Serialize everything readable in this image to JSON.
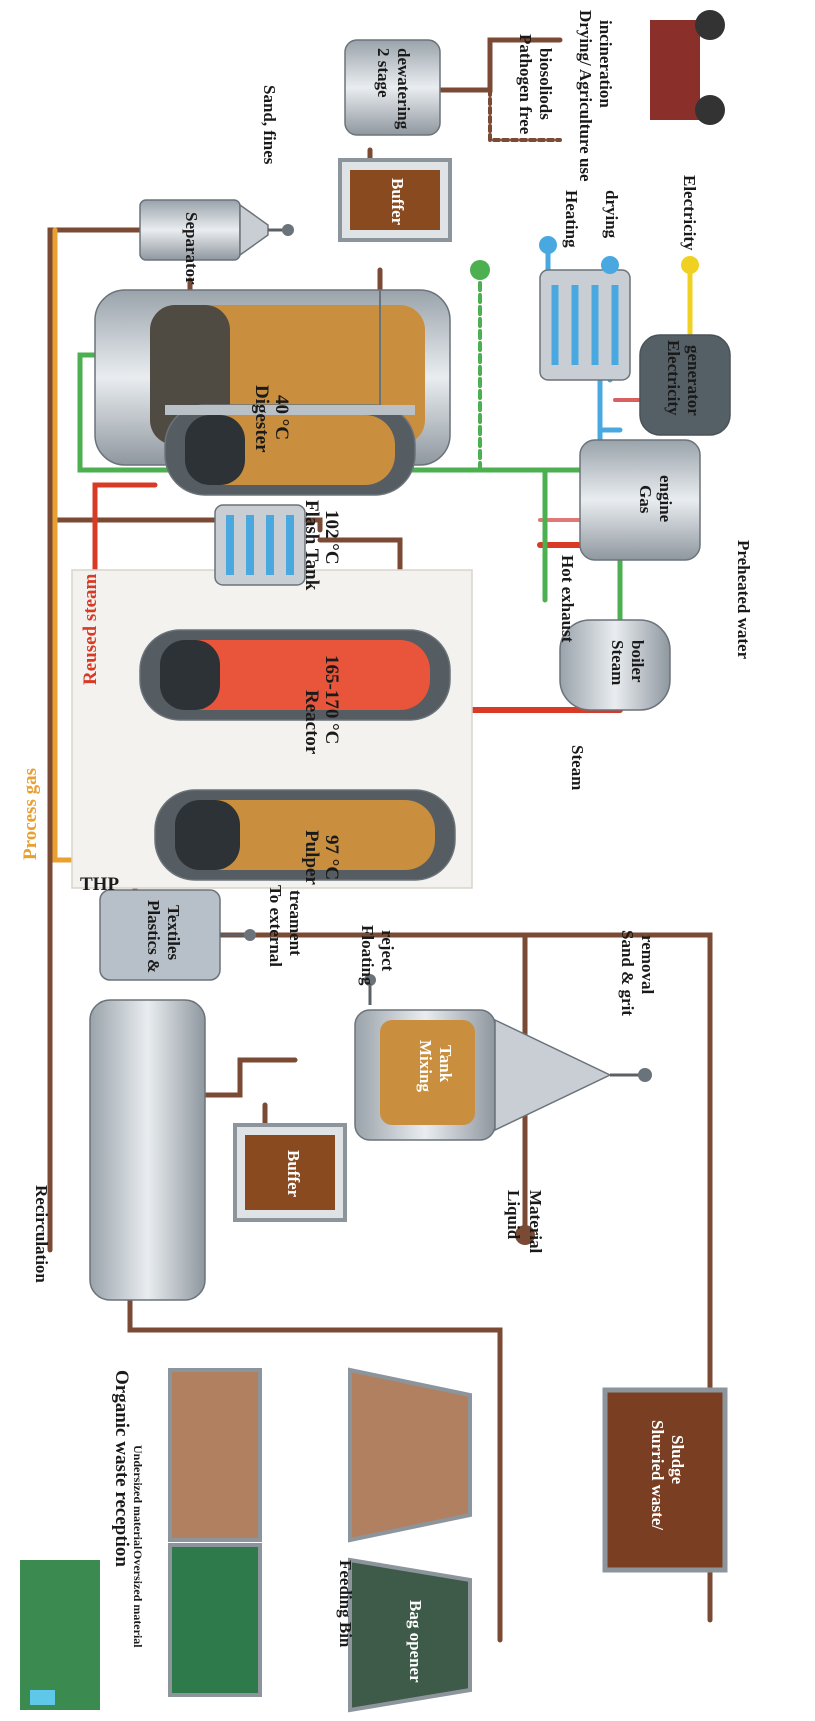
{
  "labels": {
    "process_gas": "Process gas",
    "reused_steam": "Reused steam",
    "thp": "THP",
    "pulper": "Pulper",
    "pulper_temp": "97 °C",
    "reactor": "Reactor",
    "reactor_temp": "165-170 °C",
    "flash_tank": "Flash Tank",
    "flash_temp": "102 °C",
    "digester": "Digester",
    "digester_temp": "40 °C",
    "separator": "Separator",
    "sand_fines": "Sand, fines",
    "buffer_top": "Buffer",
    "dewatering_1": "2 stage",
    "dewatering_2": "dewatering",
    "pathogen_1": "Pathogen free",
    "pathogen_2": "biosoliods",
    "drying_1": "Drying/ Agriculture use",
    "drying_2": "incineration",
    "heating": "Heating",
    "drying": "drying",
    "electricity": "Electricity",
    "gen_1": "Electricity",
    "gen_2": "generator",
    "gas_1": "Gas",
    "gas_2": "engine",
    "boiler_1": "Steam",
    "boiler_2": "boiler",
    "hot_exhaust": "Hot exhaust",
    "preheated_water": "Preheated water",
    "steam": "Steam",
    "plastics_1": "Plastics &",
    "plastics_2": "Textiles",
    "external_1": "To external",
    "external_2": "treament",
    "floating_1": "Floating",
    "floating_2": "reject",
    "sand_grit_1": "Sand & grit",
    "sand_grit_2": "removal",
    "mixing_1": "Mixing",
    "mixing_2": "Tank",
    "liquid_1": "Liquid",
    "liquid_2": "Material",
    "buffer_mid": "Buffer",
    "recirculation": "Recirculation",
    "organic_reception": "Organic waste reception",
    "oversized": "Oversized material",
    "undersized": "Undersized material",
    "feeding_bin": "Feeding Bin",
    "bag_opener": "Bag opener",
    "slurry_1": "Slurried waste/",
    "slurry_2": "Sludge"
  },
  "colors": {
    "pipe_brown": "#7b4a35",
    "process_gas": "#e8a030",
    "steam_red": "#d83a26",
    "biogas_green": "#4caf50",
    "heat_blue": "#4aa8e0",
    "electric_yellow": "#f0d020",
    "slurry_orange": "#c98f3e"
  }
}
